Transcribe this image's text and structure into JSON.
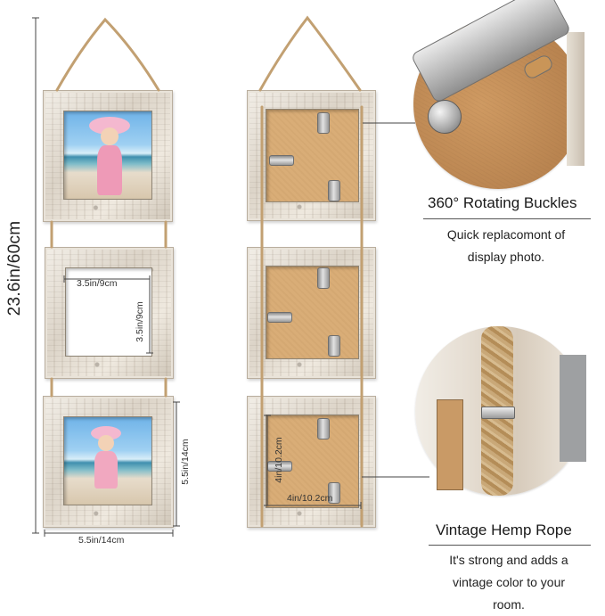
{
  "dimensions": {
    "overall_height": "23.6in/60cm",
    "window_width": "3.5in/9cm",
    "window_height": "3.5in/9cm",
    "frame_height": "5.5in/14cm",
    "frame_width": "5.5in/14cm",
    "back_height": "4in/10.2cm",
    "back_width": "4in/10.2cm"
  },
  "features": [
    {
      "title": "360° Rotating Buckles",
      "description_lines": [
        "Quick replacomont of",
        "display photo."
      ],
      "icon": "rotating-buckle-closeup"
    },
    {
      "title": "Vintage Hemp Rope",
      "description_lines": [
        "It's strong and adds a",
        "vintage color to your",
        "room."
      ],
      "icon": "hemp-rope-closeup"
    }
  ],
  "colors": {
    "frame_wood": "#e6dfd4",
    "backboard": "#d9ad77",
    "rope": "#c2a072",
    "metal": "#b8b8b8"
  }
}
